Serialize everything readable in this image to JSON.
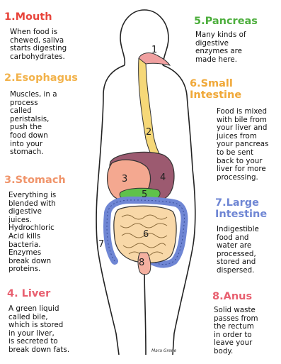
{
  "colors": {
    "mouth": "#e8453c",
    "esophagus": "#f2b24a",
    "stomach": "#f0946a",
    "liver": "#e86070",
    "pancreas": "#4cae3c",
    "small_intestine": "#f0a838",
    "large_intestine": "#6f86d4",
    "anus": "#e86070",
    "fill_esophagus": "#f6d878",
    "fill_stomach": "#f4a890",
    "fill_liver": "#9c5a70",
    "fill_pancreas": "#5fc24a",
    "fill_small_intestine": "#f8d8a8",
    "fill_large_intestine": "#aab6ee",
    "fill_mouth": "#f0a0a0"
  },
  "organs": [
    {
      "key": "mouth",
      "title": "1.Mouth",
      "lines": [
        "When food is",
        "chewed, saliva",
        "starts digesting",
        "carbohydrates."
      ]
    },
    {
      "key": "esophagus",
      "title": "2.Esophagus",
      "lines": [
        "Muscles, in a",
        "process",
        "called",
        "peristalsis,",
        "push the",
        "food down",
        "into your",
        "stomach."
      ]
    },
    {
      "key": "stomach",
      "title": "3.Stomach",
      "lines": [
        "Everything is",
        "blended with",
        "digestive",
        "juices.",
        "Hydrochloric",
        "Acid kills",
        "bacteria.",
        "Enzymes",
        "break down",
        "proteins."
      ]
    },
    {
      "key": "liver",
      "title": "4. Liver",
      "lines": [
        "A green liquid",
        "called bile,",
        "which is stored",
        "in your liver,",
        "is secreted to",
        "break down fats."
      ]
    },
    {
      "key": "pancreas",
      "title": "5.Pancreas",
      "lines": [
        "Many kinds of",
        "digestive",
        "enzymes are",
        "made here."
      ]
    },
    {
      "key": "small_intestine",
      "title_lines": [
        "6.Small",
        "Intestine"
      ],
      "lines": [
        "Food is mixed",
        "with bile from",
        "your liver and",
        "juices from",
        "your pancreas",
        "to be sent",
        "back to your",
        "liver for more",
        "processing."
      ]
    },
    {
      "key": "large_intestine",
      "title_lines": [
        "7.Large",
        "Intestine"
      ],
      "lines": [
        "Indigestible",
        "food and",
        "water are",
        "processed,",
        "stored and",
        "dispersed."
      ]
    },
    {
      "key": "anus",
      "title": "8.Anus",
      "lines": [
        "Solid waste",
        "passes from",
        "the rectum",
        "in order to",
        "leave your",
        "body."
      ]
    }
  ],
  "markers": [
    "1",
    "2",
    "3",
    "4",
    "5",
    "6",
    "7",
    "8"
  ],
  "signature": "Mara Grene"
}
